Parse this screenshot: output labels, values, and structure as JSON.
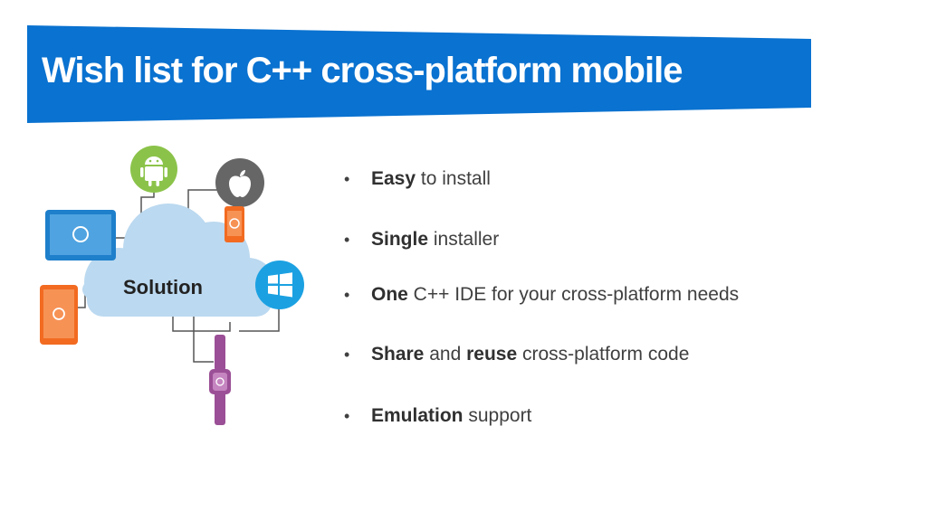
{
  "title": "Wish list for C++ cross-platform mobile",
  "colors": {
    "banner": "#0A72D0",
    "cloud": "#BBD9F0",
    "android": "#8BC34A",
    "apple": "#666666",
    "windows": "#1BA1E2",
    "device_blue": "#1E7FCB",
    "device_orange": "#F26B21",
    "watch": "#9B4F96",
    "connector": "#555555"
  },
  "illustration": {
    "cloud_label": "Solution",
    "icons": [
      "android-icon",
      "apple-icon",
      "windows-icon",
      "blue-tablet-icon",
      "orange-tablet-icon",
      "orange-phone-icon",
      "smartwatch-icon"
    ]
  },
  "bullets": [
    {
      "bold": "Easy",
      "rest": " to install"
    },
    {
      "bold": "Single",
      "rest": " installer"
    },
    {
      "bold": "One",
      "rest": " C++ IDE for your cross-platform needs"
    },
    {
      "bold": "Share",
      "mid": " and ",
      "bold2": "reuse",
      "rest": " cross-platform code"
    },
    {
      "bold": "Emulation",
      "rest": " support"
    }
  ]
}
